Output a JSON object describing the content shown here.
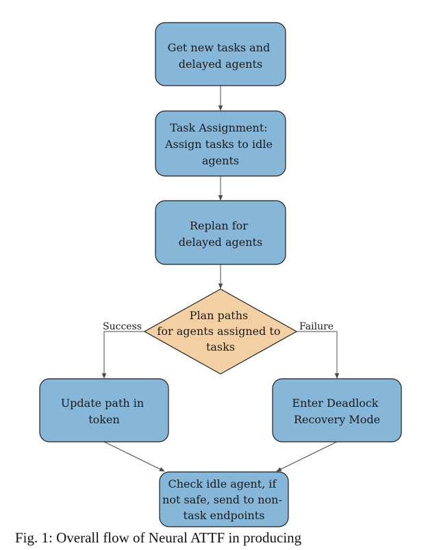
{
  "nodes": {
    "get_tasks": {
      "lines": [
        "Get new tasks and",
        "delayed agents"
      ]
    },
    "task_assignment": {
      "lines": [
        "Task Assignment:",
        "Assign tasks to idle",
        "agents"
      ]
    },
    "replan": {
      "lines": [
        "Replan for",
        "delayed agents"
      ]
    },
    "plan_paths": {
      "lines": [
        "Plan paths",
        "for agents assigned to",
        "tasks"
      ]
    },
    "update_path": {
      "lines": [
        "Update path in",
        "token"
      ]
    },
    "deadlock": {
      "lines": [
        "Enter Deadlock",
        "Recovery Mode"
      ]
    },
    "check_idle": {
      "lines": [
        "Check idle agent, if",
        "not safe, send to non-",
        "task endpoints"
      ]
    }
  },
  "edge_labels": {
    "success": "Success",
    "failure": "Failure"
  },
  "caption": "Fig. 1:  Overall flow of Neural ATTF in producing",
  "colors": {
    "process": "#86b6d8",
    "decision": "#f3d0a4"
  }
}
